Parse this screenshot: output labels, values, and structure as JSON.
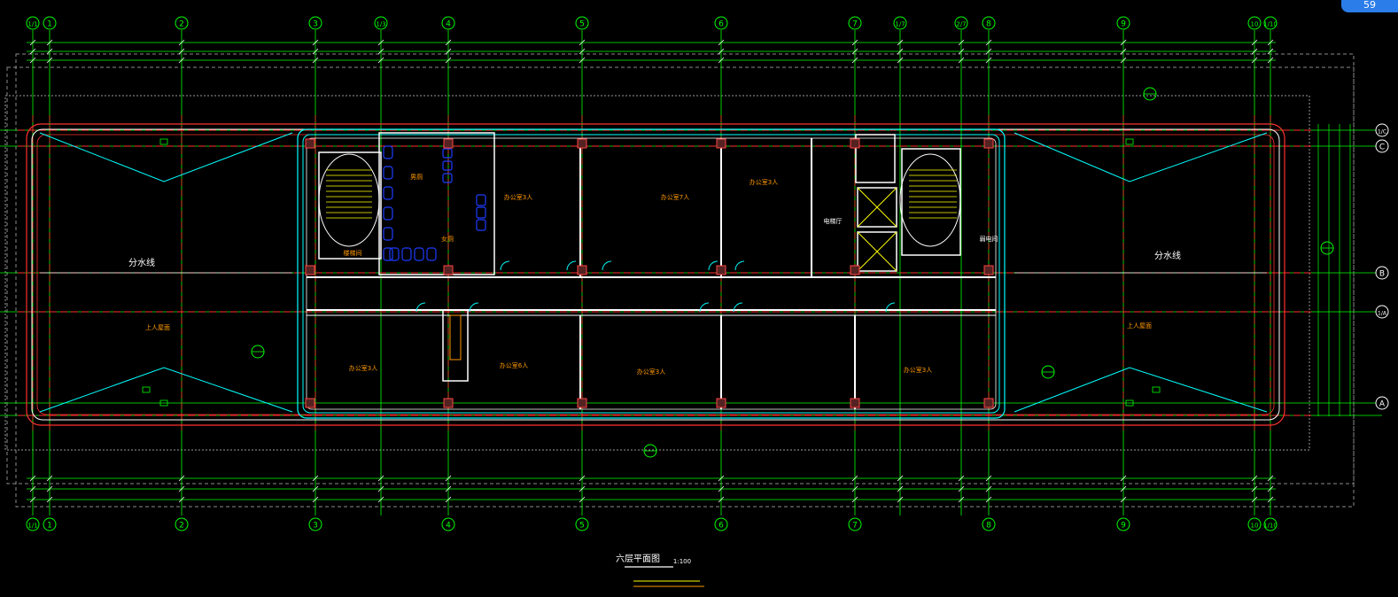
{
  "drawing": {
    "background": "#000000",
    "colors": {
      "axis": "#00ff00",
      "wall": "#ffffff",
      "curtain": "#00ffff",
      "redline": "#ff3030",
      "text": "#ffffff",
      "yellow": "#ffff00",
      "orange": "#ff9900",
      "blue": "#1e3cff",
      "pillar": "#ff4444"
    },
    "top_axes": [
      "1/1",
      "1",
      "2",
      "3",
      "1/3",
      "4",
      "5",
      "6",
      "7",
      "1/7",
      "2/7",
      "8",
      "9",
      "10",
      "1/10"
    ],
    "bottom_axes": [
      "1/1",
      "1",
      "2",
      "3",
      "4",
      "5",
      "6",
      "7",
      "8",
      "9",
      "10",
      "1/10"
    ],
    "right_axes": [
      "1/C",
      "C",
      "B",
      "1/A",
      "A"
    ],
    "labels": {
      "divide_left": "分水线",
      "divide_right": "分水线",
      "office_1": "办公室3人",
      "office_2": "办公室7人",
      "office_3": "办公室3人",
      "office_4": "办公室3人",
      "office_5": "办公室6人",
      "office_6": "办公室3人",
      "office_7": "办公室3人",
      "toilet_m": "男厕",
      "toilet_f": "女厕",
      "stair": "楼梯间",
      "elevator_hall": "电梯厅",
      "weak_room": "弱电间",
      "roof_left": "上人屋面",
      "roof_right": "上人屋面"
    },
    "title": {
      "text": "六层平面图",
      "scale": "1:100"
    },
    "badge": "59"
  }
}
